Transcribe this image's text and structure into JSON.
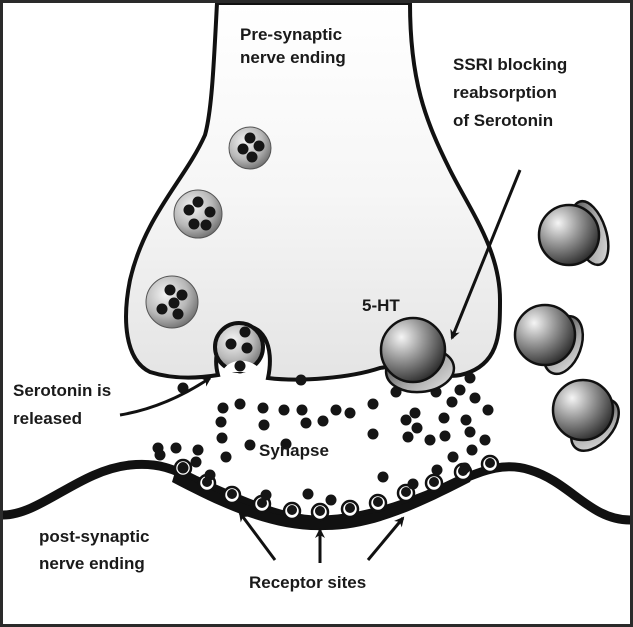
{
  "diagram": {
    "title": "SSRI action at the serotonin synapse",
    "labels": {
      "pre_synaptic_line1": "Pre-synaptic",
      "pre_synaptic_line2": "nerve ending",
      "ssri_line1": "SSRI blocking",
      "ssri_line2": "reabsorption",
      "ssri_line3": "of Serotonin",
      "five_ht": "5-HT",
      "released_line1": "Serotonin is",
      "released_line2": "released",
      "synapse": "Synapse",
      "post_synaptic_line1": "post-synaptic",
      "post_synaptic_line2": "nerve ending",
      "receptor_sites": "Receptor sites"
    },
    "elements": {
      "vesicles": [
        {
          "name": "vesicle-1",
          "molecules": 4
        },
        {
          "name": "vesicle-2",
          "molecules": 5
        },
        {
          "name": "vesicle-3",
          "molecules": 5
        },
        {
          "name": "vesicle-releasing",
          "molecules": 3
        }
      ],
      "ssri_molecules": [
        {
          "name": "ssri-blocking-reuptake",
          "location": "pre-synaptic membrane"
        },
        {
          "name": "ssri-free-1",
          "location": "extracellular"
        },
        {
          "name": "ssri-free-2",
          "location": "extracellular"
        },
        {
          "name": "ssri-free-3",
          "location": "extracellular"
        }
      ],
      "receptor_arrows": 3
    },
    "colors": {
      "outline": "#111111",
      "neuron_fill_top": "#ffffff",
      "neuron_fill_bottom": "#e6e6e6",
      "sphere_light": "#f2f2f2",
      "sphere_dark": "#4a4a4a",
      "dot": "#151515"
    }
  }
}
